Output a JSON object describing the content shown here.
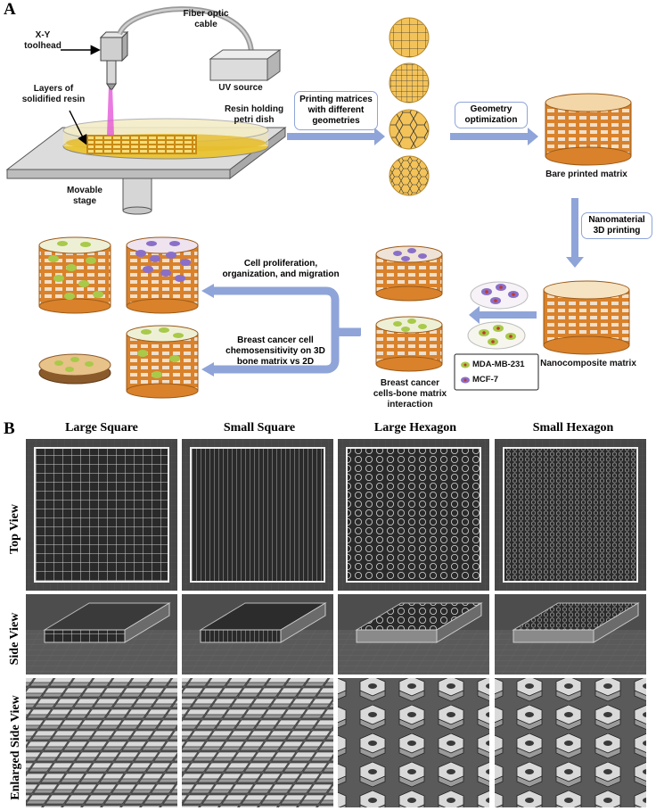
{
  "panelA": {
    "letter": "A",
    "labels": {
      "toolhead": "X-Y\ntoolhead",
      "fiber": "Fiber optic\ncable",
      "uv": "UV source",
      "layers": "Layers of\nsolidified resin",
      "petri": "Resin holding\npetri dish",
      "stage": "Movable\nstage",
      "bare": "Bare printed matrix",
      "nanocomposite": "Nanocomposite matrix",
      "interaction": "Breast cancer\ncells-bone matrix\ninteraction"
    },
    "boxes": {
      "printing": "Printing matrices\nwith different\ngeometries",
      "geometry": "Geometry\noptimization",
      "nano3d": "Nanomaterial\n3D printing",
      "proliferation": "Cell proliferation,\norganization, and migration",
      "chemo": "Breast cancer cell\nchemosensitivity on 3D\nbone matrix vs 2D"
    },
    "legend": {
      "mda": "MDA-MB-231",
      "mcf": "MCF-7"
    }
  },
  "panelB": {
    "letter": "B",
    "columns": [
      "Large Square",
      "Small Square",
      "Large Hexagon",
      "Small Hexagon"
    ],
    "rows": [
      "Top View",
      "Side View",
      "Enlarged Side View"
    ]
  },
  "colors": {
    "arrow": "#8fa4d8",
    "matrixOrange": "#d9822b",
    "disc": "#f3c35a",
    "resin": "#e9c53a",
    "viewerBg": "#4a4a4a"
  }
}
